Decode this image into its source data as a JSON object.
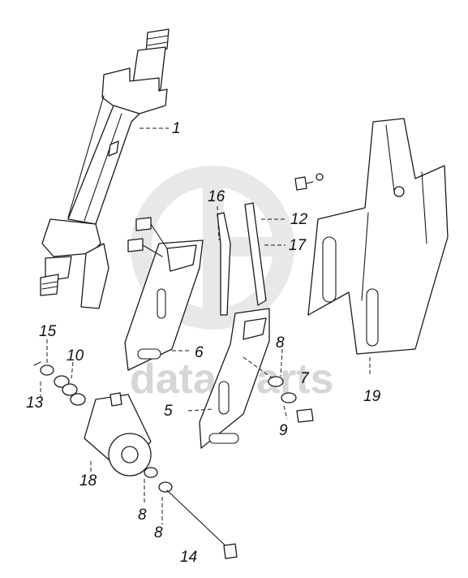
{
  "watermark": {
    "text": "data-parts",
    "color": "#d6d6d6"
  },
  "callouts": [
    {
      "id": "1",
      "label": "1"
    },
    {
      "id": "16",
      "label": "16"
    },
    {
      "id": "12",
      "label": "12"
    },
    {
      "id": "17",
      "label": "17"
    },
    {
      "id": "15",
      "label": "15"
    },
    {
      "id": "10",
      "label": "10"
    },
    {
      "id": "13",
      "label": "13"
    },
    {
      "id": "6",
      "label": "6"
    },
    {
      "id": "8a",
      "label": "8"
    },
    {
      "id": "7",
      "label": "7"
    },
    {
      "id": "5",
      "label": "5"
    },
    {
      "id": "9",
      "label": "9"
    },
    {
      "id": "19",
      "label": "19"
    },
    {
      "id": "18",
      "label": "18"
    },
    {
      "id": "8b",
      "label": "8"
    },
    {
      "id": "8c",
      "label": "8"
    },
    {
      "id": "14",
      "label": "14"
    }
  ],
  "colors": {
    "line": "#1a1a1a",
    "background": "#ffffff"
  }
}
